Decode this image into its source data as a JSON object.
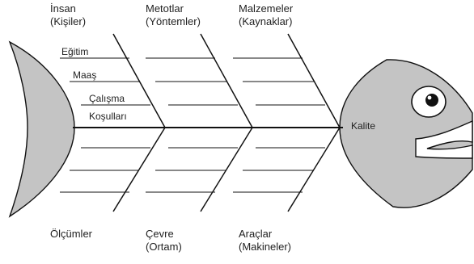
{
  "effect": "Kalite",
  "categories": {
    "people": {
      "line1": "İnsan",
      "line2": "(Kişiler)"
    },
    "methods": {
      "line1": "Metotlar",
      "line2": "(Yöntemler)"
    },
    "materials": {
      "line1": "Malzemeler",
      "line2": "(Kaynaklar)"
    },
    "measure": {
      "line1": "Ölçümler",
      "line2": ""
    },
    "environment": {
      "line1": "Çevre",
      "line2": "(Ortam)"
    },
    "machines": {
      "line1": "Araçlar",
      "line2": "(Makineler)"
    }
  },
  "people_causes": [
    "Eğitim",
    "Maaş",
    "Çalışma",
    "Koşulları"
  ],
  "colors": {
    "fish_fill": "#c4c4c4",
    "line": "#111111",
    "eye_white": "#ffffff"
  }
}
